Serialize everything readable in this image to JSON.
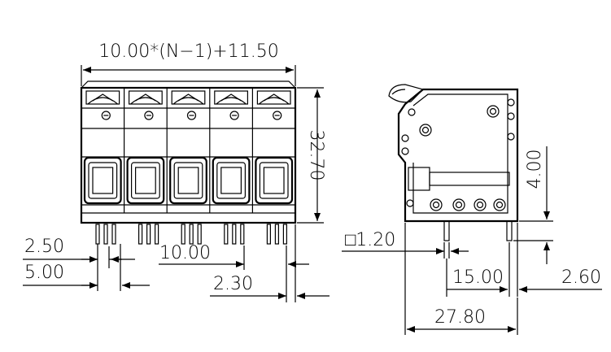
{
  "dimensions": {
    "overall_width": "10.00*(N−1)+11.50",
    "height": "32.70",
    "pin_pitch_small": "2.50",
    "pin_row_spacing": "5.00",
    "pitch": "10.00",
    "edge_offset": "2.30",
    "pin_square": "□1.20",
    "side_height": "4.00",
    "side_pin_spacing": "15.00",
    "side_pin_height": "2.60",
    "side_depth": "27.80"
  }
}
